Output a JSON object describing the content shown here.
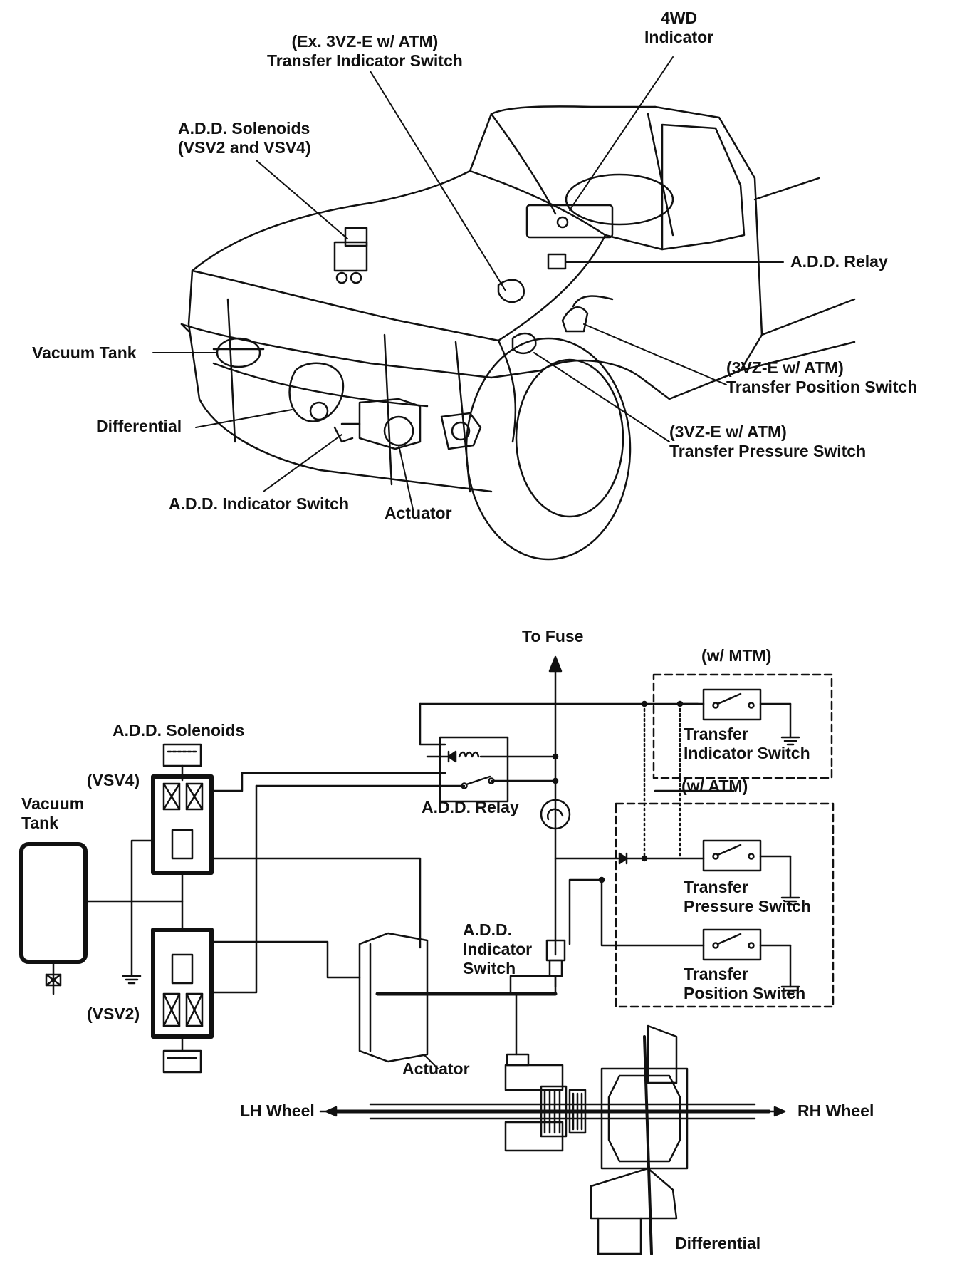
{
  "top_view": {
    "wd4_indicator": [
      "4WD",
      "Indicator"
    ],
    "transfer_indicator_switch_top": [
      "(Ex. 3VZ-E w/ ATM)",
      "Transfer Indicator Switch"
    ],
    "add_solenoids_top": [
      "A.D.D. Solenoids",
      "(VSV2 and VSV4)"
    ],
    "add_relay_top": "A.D.D. Relay",
    "vacuum_tank_top": "Vacuum Tank",
    "transfer_position_switch_top": [
      "(3VZ-E w/ ATM)",
      "Transfer Position Switch"
    ],
    "differential_top": "Differential",
    "transfer_pressure_switch_top": [
      "(3VZ-E w/ ATM)",
      "Transfer Pressure Switch"
    ],
    "add_indicator_switch_top": "A.D.D. Indicator Switch",
    "actuator_top": "Actuator"
  },
  "schematic": {
    "to_fuse": "To Fuse",
    "w_mtm": "(w/ MTM)",
    "w_atm": "(w/ ATM)",
    "add_solenoids": "A.D.D. Solenoids",
    "vsv4": "(VSV4)",
    "vsv2": "(VSV2)",
    "vacuum_tank": [
      "Vacuum",
      "Tank"
    ],
    "add_relay": "A.D.D. Relay",
    "transfer_indicator_switch": [
      "Transfer",
      "Indicator Switch"
    ],
    "transfer_pressure_switch": [
      "Transfer",
      "Pressure Switch"
    ],
    "transfer_position_switch": [
      "Transfer",
      "Position Switch"
    ],
    "add_indicator_switch": [
      "A.D.D.",
      "Indicator",
      "Switch"
    ],
    "actuator": "Actuator",
    "lh_wheel": "LH Wheel",
    "rh_wheel": "RH Wheel",
    "differential": "Differential"
  }
}
